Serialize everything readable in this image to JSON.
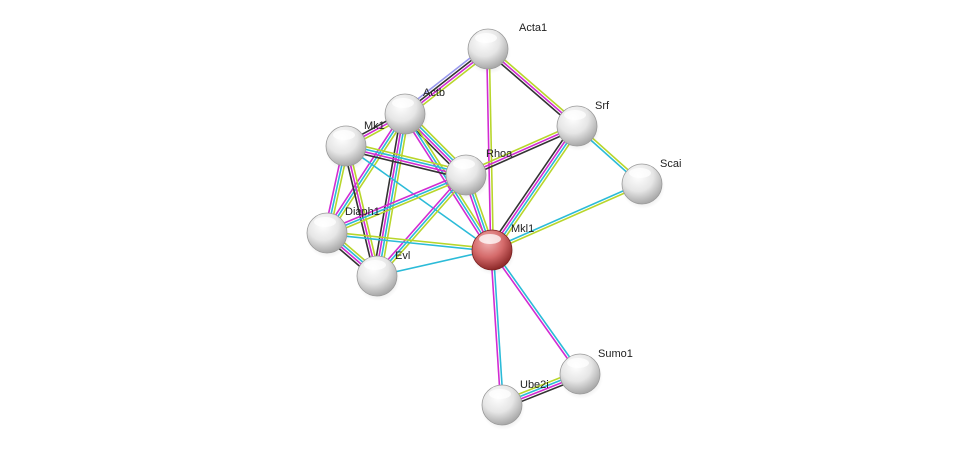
{
  "diagram": {
    "type": "protein-interaction-network",
    "edge_colors": {
      "experiments": "#d22bd2",
      "databases": "#2bbbd8",
      "textmining": "#b8d62b",
      "coexpression": "#333333",
      "homology": "#9999ee"
    },
    "nodes": [
      {
        "id": "Acta1",
        "label": "Acta1",
        "color": "#e8e8e8",
        "query": false
      },
      {
        "id": "Actb",
        "label": "Actb",
        "color": "#e8e8e8",
        "query": false
      },
      {
        "id": "Mk1",
        "label": "Mk1",
        "color": "#e8e8e8",
        "query": false
      },
      {
        "id": "Rhoa",
        "label": "Rhoa",
        "color": "#e8e8e8",
        "query": false
      },
      {
        "id": "Srf",
        "label": "Srf",
        "color": "#e8e8e8",
        "query": false
      },
      {
        "id": "Scai",
        "label": "Scai",
        "color": "#e8e8e8",
        "query": false
      },
      {
        "id": "Diaph1",
        "label": "Diaph1",
        "color": "#e8e8e8",
        "query": false
      },
      {
        "id": "Evl",
        "label": "Evl",
        "color": "#e8e8e8",
        "query": false
      },
      {
        "id": "Mkl1",
        "label": "Mkl1",
        "color": "#d35f5f",
        "query": true
      },
      {
        "id": "Sumo1",
        "label": "Sumo1",
        "color": "#e8e8e8",
        "query": false
      },
      {
        "id": "Ube2i",
        "label": "Ube2i",
        "color": "#e8e8e8",
        "query": false
      }
    ],
    "edges": [
      {
        "a": "Acta1",
        "b": "Actb",
        "types": [
          "textmining",
          "experiments",
          "coexpression",
          "homology"
        ]
      },
      {
        "a": "Acta1",
        "b": "Srf",
        "types": [
          "textmining",
          "experiments",
          "coexpression"
        ]
      },
      {
        "a": "Acta1",
        "b": "Mkl1",
        "types": [
          "textmining",
          "experiments"
        ]
      },
      {
        "a": "Actb",
        "b": "Mk1",
        "types": [
          "textmining",
          "experiments",
          "coexpression"
        ]
      },
      {
        "a": "Actb",
        "b": "Rhoa",
        "types": [
          "textmining",
          "databases",
          "experiments",
          "coexpression"
        ]
      },
      {
        "a": "Actb",
        "b": "Diaph1",
        "types": [
          "textmining",
          "databases",
          "experiments"
        ]
      },
      {
        "a": "Actb",
        "b": "Evl",
        "types": [
          "textmining",
          "databases",
          "experiments",
          "coexpression"
        ]
      },
      {
        "a": "Actb",
        "b": "Mkl1",
        "types": [
          "textmining",
          "databases",
          "experiments"
        ]
      },
      {
        "a": "Mk1",
        "b": "Rhoa",
        "types": [
          "textmining",
          "databases",
          "experiments",
          "coexpression"
        ]
      },
      {
        "a": "Mk1",
        "b": "Diaph1",
        "types": [
          "textmining",
          "databases",
          "experiments"
        ]
      },
      {
        "a": "Mk1",
        "b": "Evl",
        "types": [
          "textmining",
          "experiments",
          "coexpression"
        ]
      },
      {
        "a": "Mk1",
        "b": "Mkl1",
        "types": [
          "databases"
        ]
      },
      {
        "a": "Rhoa",
        "b": "Srf",
        "types": [
          "textmining",
          "experiments",
          "coexpression"
        ]
      },
      {
        "a": "Rhoa",
        "b": "Diaph1",
        "types": [
          "textmining",
          "databases",
          "experiments"
        ]
      },
      {
        "a": "Rhoa",
        "b": "Evl",
        "types": [
          "textmining",
          "databases",
          "experiments"
        ]
      },
      {
        "a": "Rhoa",
        "b": "Mkl1",
        "types": [
          "textmining",
          "databases",
          "experiments"
        ]
      },
      {
        "a": "Srf",
        "b": "Scai",
        "types": [
          "textmining",
          "databases"
        ]
      },
      {
        "a": "Srf",
        "b": "Mkl1",
        "types": [
          "textmining",
          "databases",
          "experiments",
          "coexpression"
        ]
      },
      {
        "a": "Scai",
        "b": "Mkl1",
        "types": [
          "textmining",
          "databases"
        ]
      },
      {
        "a": "Diaph1",
        "b": "Evl",
        "types": [
          "textmining",
          "databases",
          "experiments",
          "coexpression"
        ]
      },
      {
        "a": "Diaph1",
        "b": "Mkl1",
        "types": [
          "textmining",
          "databases"
        ]
      },
      {
        "a": "Evl",
        "b": "Mkl1",
        "types": [
          "databases"
        ]
      },
      {
        "a": "Mkl1",
        "b": "Ube2i",
        "types": [
          "databases",
          "experiments"
        ]
      },
      {
        "a": "Mkl1",
        "b": "Sumo1",
        "types": [
          "databases",
          "experiments"
        ]
      },
      {
        "a": "Ube2i",
        "b": "Sumo1",
        "types": [
          "textmining",
          "databases",
          "experiments",
          "coexpression"
        ]
      }
    ]
  }
}
